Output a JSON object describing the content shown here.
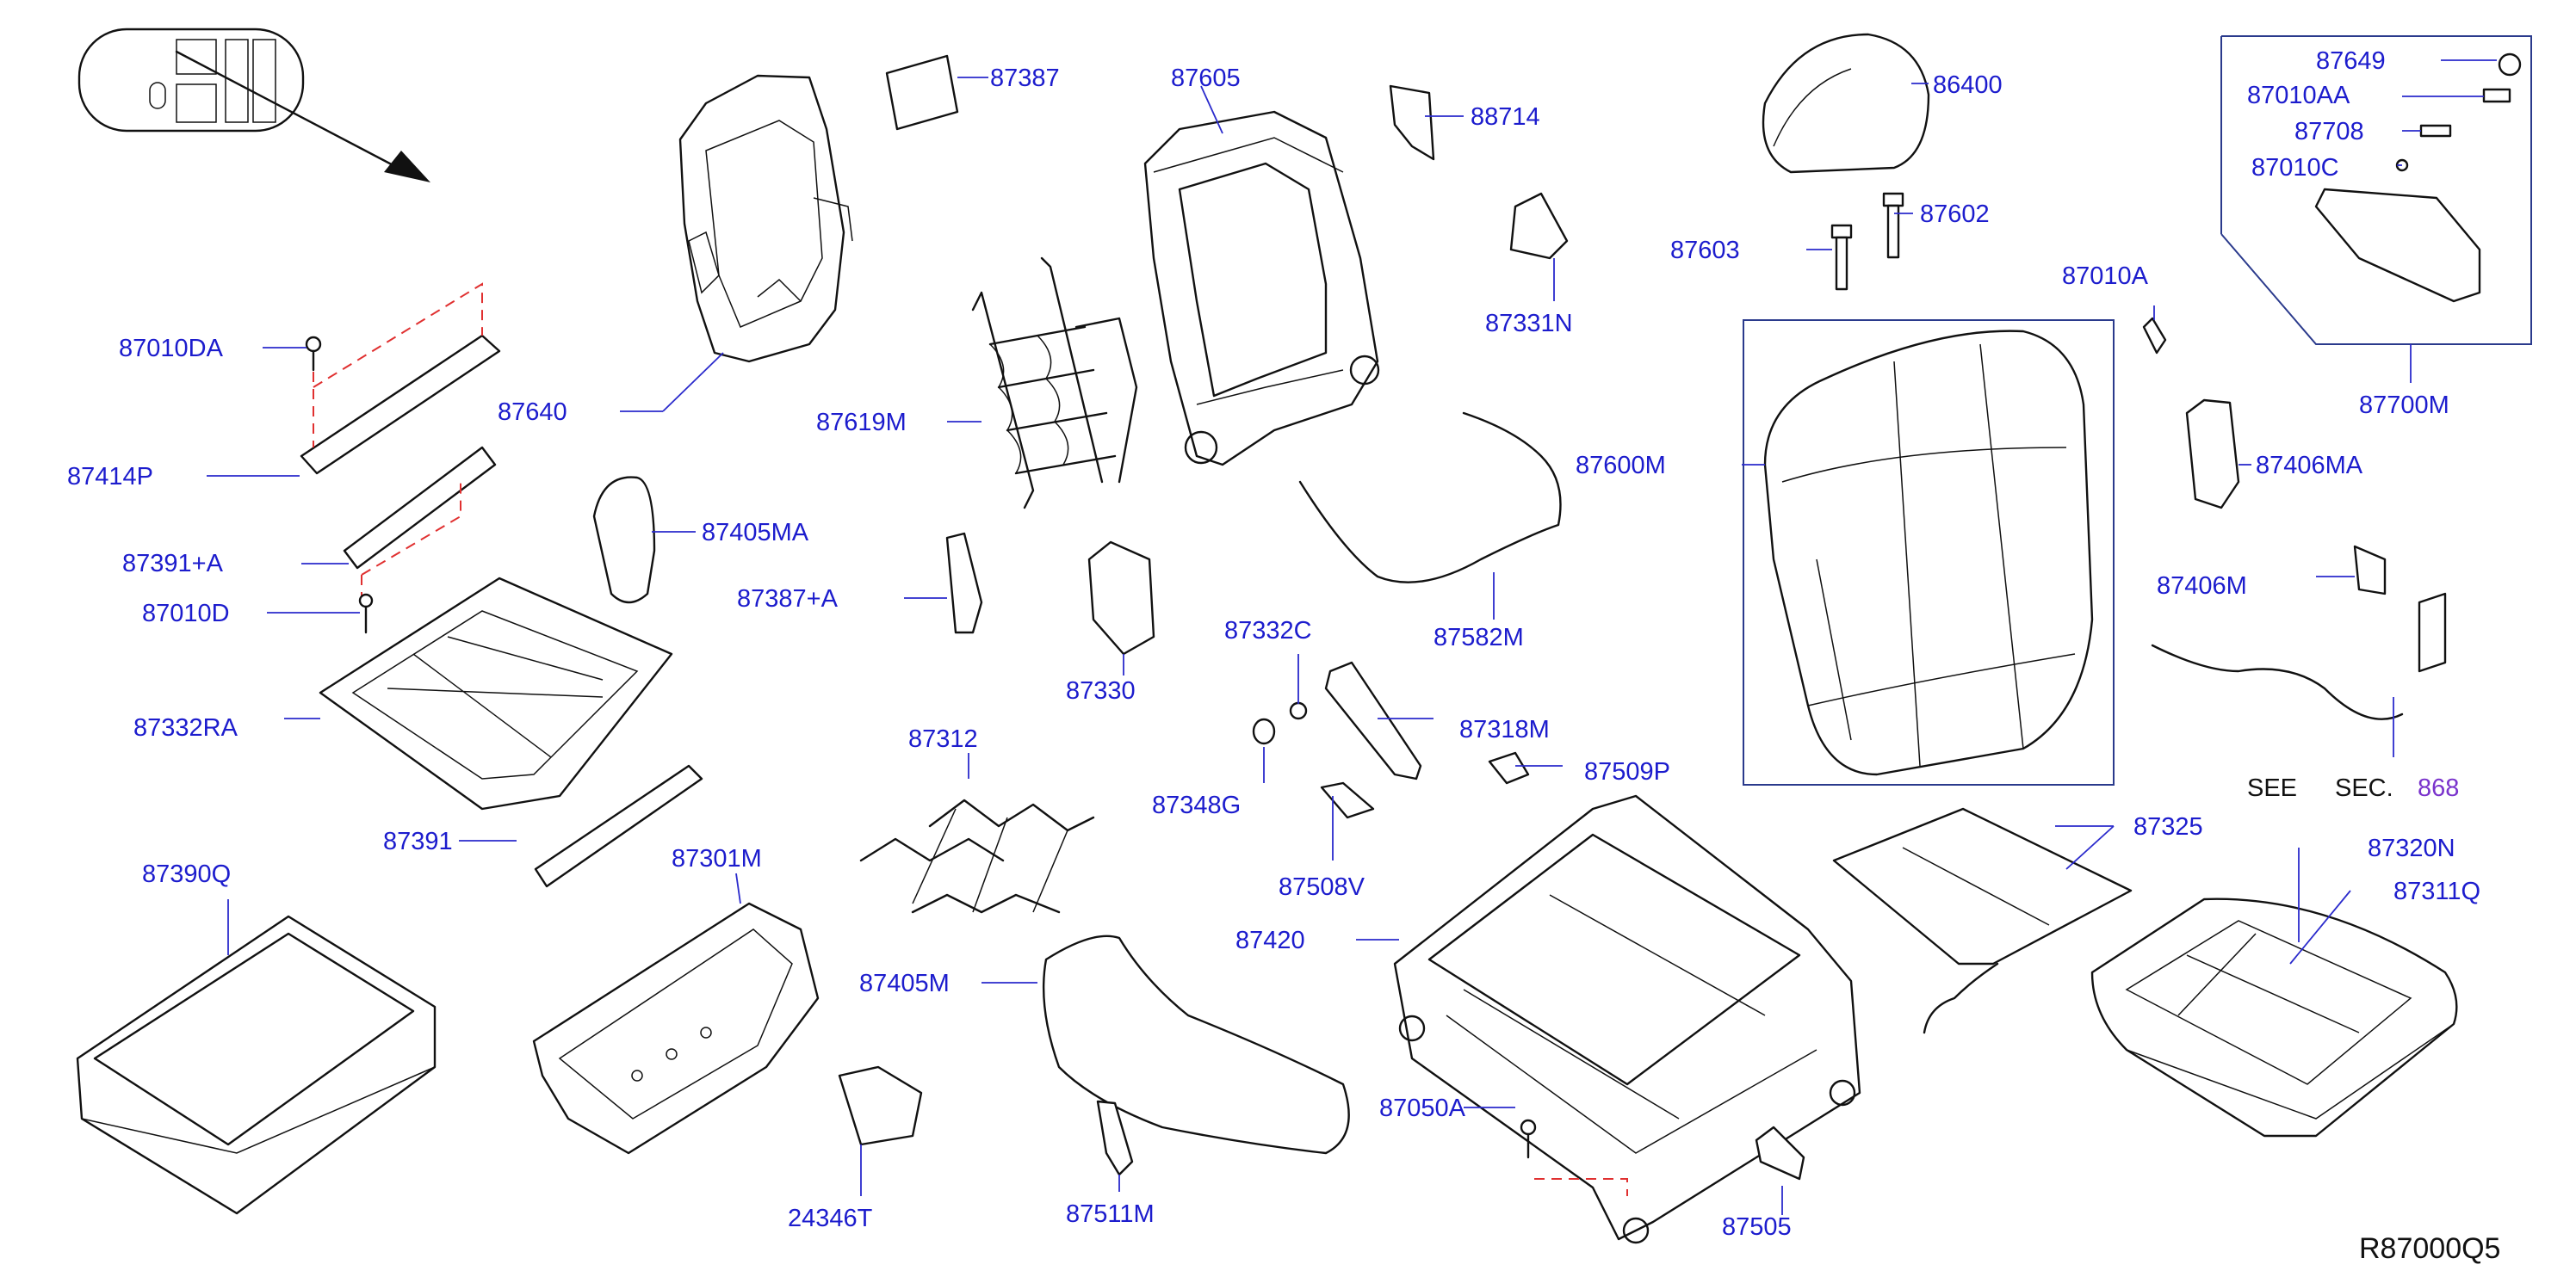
{
  "labels": {
    "p87387": "87387",
    "p87605": "87605",
    "p88714": "88714",
    "p86400": "86400",
    "p87649": "87649",
    "p87010AA": "87010AA",
    "p87708": "87708",
    "p87010C": "87010C",
    "p87602": "87602",
    "p87603": "87603",
    "p87331N": "87331N",
    "p87010A": "87010A",
    "p87010DA": "87010DA",
    "p87640": "87640",
    "p87619M": "87619M",
    "p87700M": "87700M",
    "p87600M": "87600M",
    "p87406MA": "87406MA",
    "p87414P": "87414P",
    "p87405MA": "87405MA",
    "p87391A": "87391+A",
    "p87387A": "87387+A",
    "p87010D": "87010D",
    "p87582M": "87582M",
    "p87406M": "87406M",
    "p87330": "87330",
    "p87332C": "87332C",
    "p87332RA": "87332RA",
    "p87318M": "87318M",
    "p87312": "87312",
    "p87348G": "87348G",
    "p87509P": "87509P",
    "p87391": "87391",
    "p87390Q": "87390Q",
    "p87301M": "87301M",
    "p87508V": "87508V",
    "p87325": "87325",
    "p87320N": "87320N",
    "p87311Q": "87311Q",
    "p87420": "87420",
    "p87405M": "87405M",
    "p87050A": "87050A",
    "p24346T": "24346T",
    "p87511M": "87511M",
    "p87505": "87505",
    "see": "SEE",
    "sec": "SEC.",
    "sec_num": "868",
    "drawing_code": "R87000Q5"
  },
  "colors": {
    "label": "#1c1ccd",
    "leader": "#2a2acc",
    "dashed_fastener_lines": "#e03030",
    "section_ref": "#7a33cc"
  }
}
